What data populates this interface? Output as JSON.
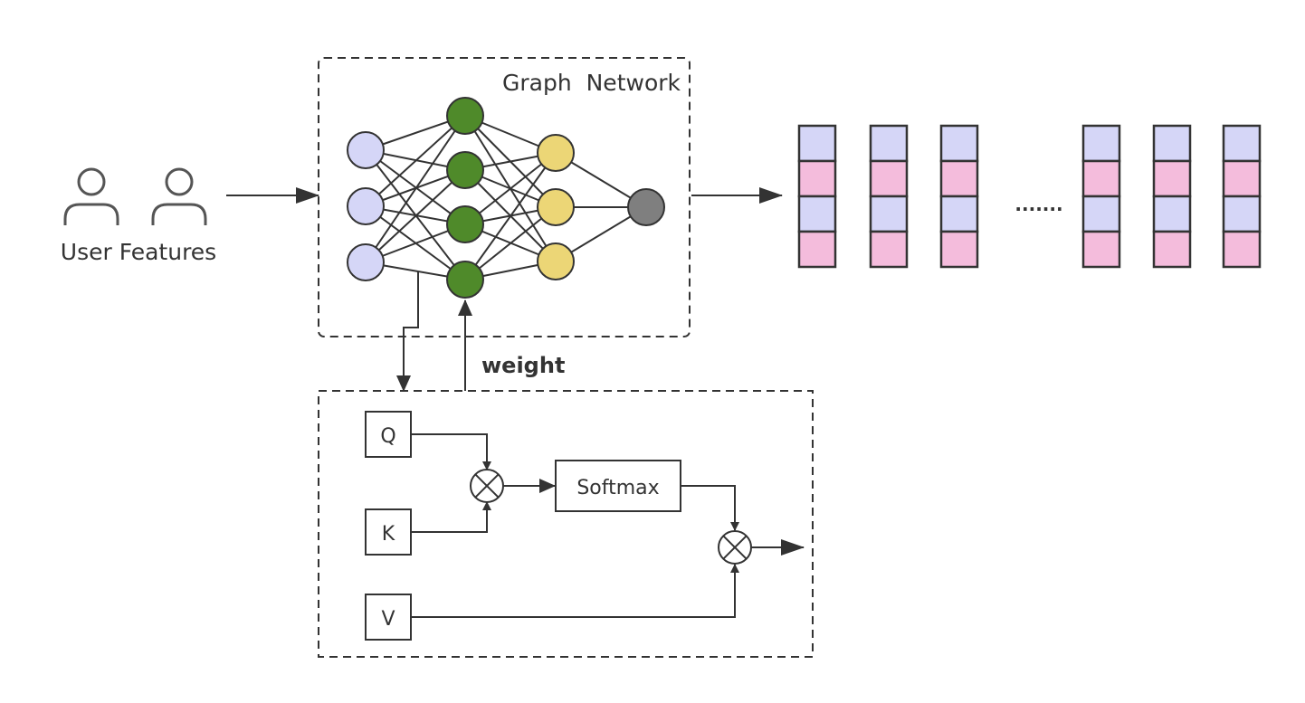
{
  "user_features": {
    "label": "User Features",
    "icon": "user-icon",
    "count": 2
  },
  "graph_network": {
    "title": "Graph  Network",
    "layers": [
      {
        "name": "input",
        "nodes": 3,
        "color": "#d5d6f7"
      },
      {
        "name": "hidden-1",
        "nodes": 4,
        "color": "#4f8a2a"
      },
      {
        "name": "hidden-2",
        "nodes": 3,
        "color": "#ecd676"
      },
      {
        "name": "output",
        "nodes": 1,
        "color": "#7f7f7f"
      }
    ]
  },
  "weight_label": "weight",
  "attention": {
    "inputs": [
      "Q",
      "K",
      "V"
    ],
    "softmax_label": "Softmax",
    "multiply_icon": "circle-times-icon"
  },
  "embeddings": {
    "ellipsis": ".......",
    "columns_before_ellipsis": 3,
    "columns_after_ellipsis": 3,
    "cells_per_column": 4,
    "cell_colors": [
      "#d5d6f7",
      "#f4bcdc"
    ]
  }
}
